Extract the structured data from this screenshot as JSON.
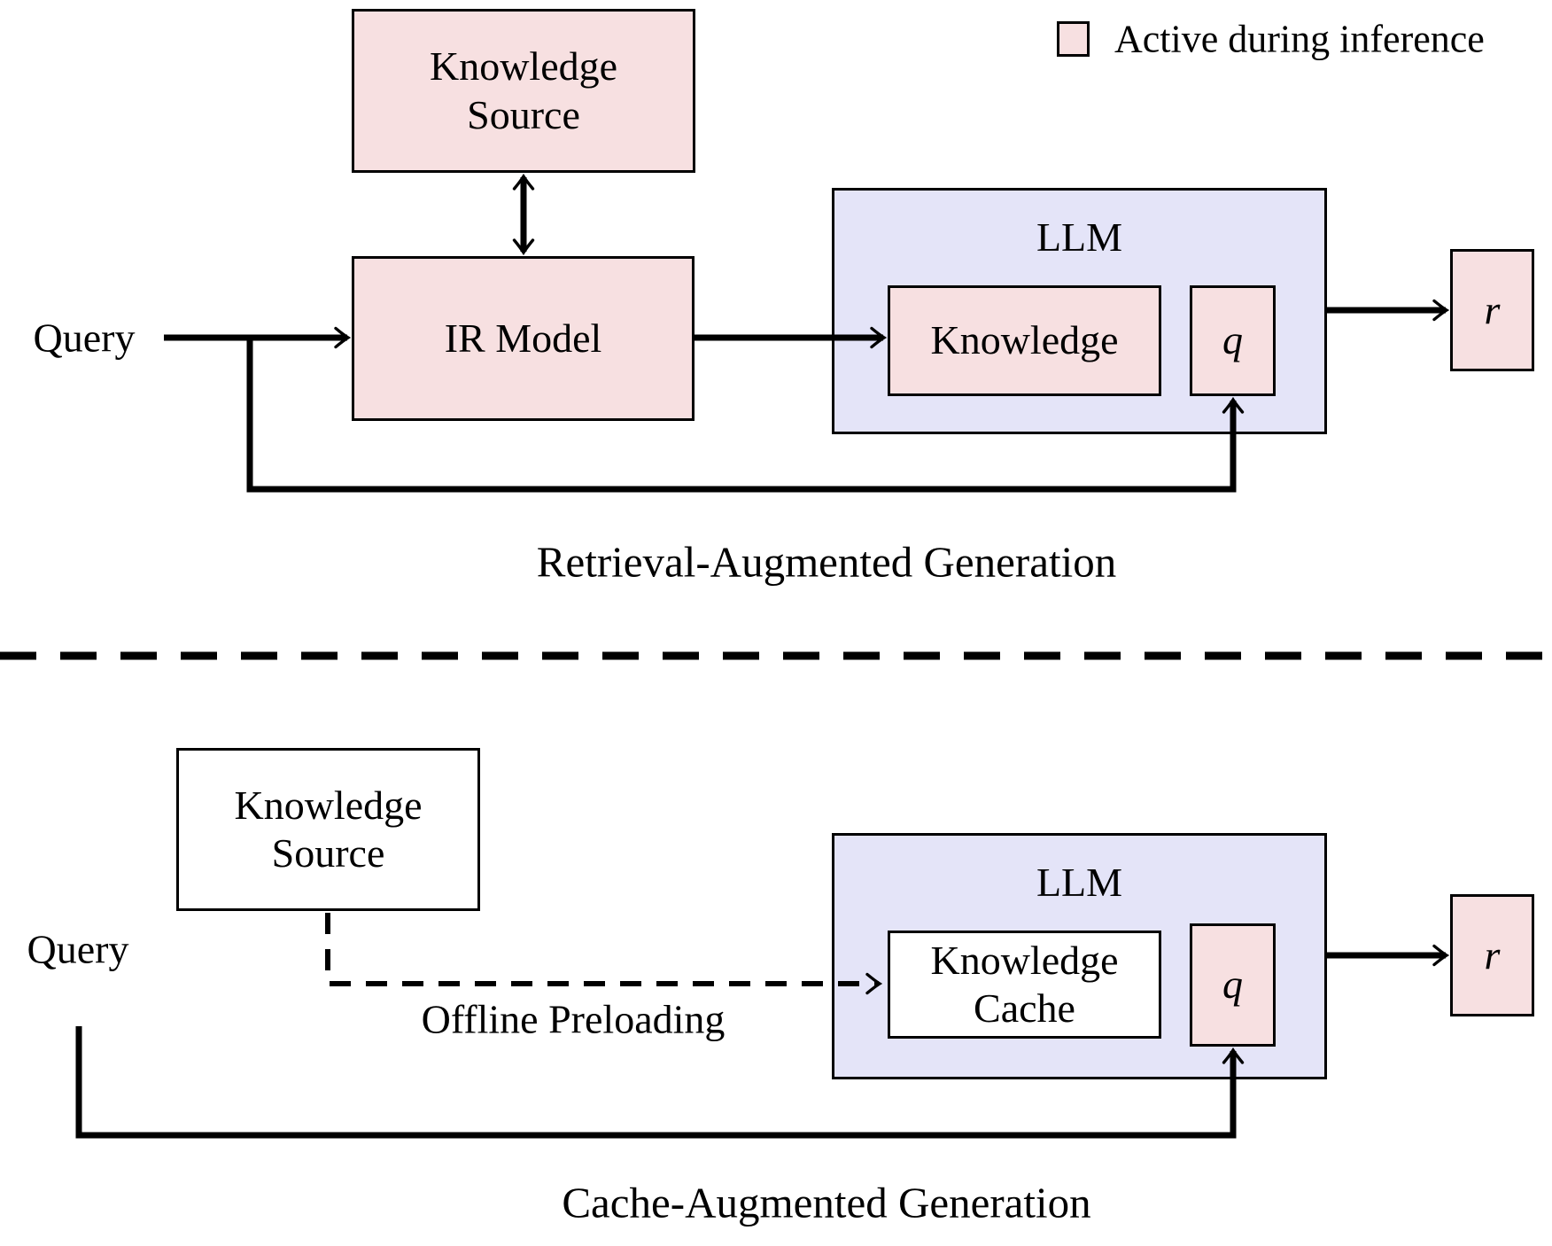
{
  "legend": {
    "label": "Active during inference",
    "swatch_color": "#f7e0e1"
  },
  "colors": {
    "active_fill": "#f7e0e1",
    "llm_fill": "#e4e4f8",
    "line": "#000000"
  },
  "rag": {
    "caption": "Retrieval-Augmented Generation",
    "query_label": "Query",
    "knowledge_source": "Knowledge\nSource",
    "ir_model": "IR Model",
    "llm": "LLM",
    "knowledge": "Knowledge",
    "q": "q",
    "r": "r"
  },
  "cag": {
    "caption": "Cache-Augmented Generation",
    "query_label": "Query",
    "knowledge_source": "Knowledge\nSource",
    "offline_label": "Offline Preloading",
    "llm": "LLM",
    "knowledge_cache": "Knowledge\nCache",
    "q": "q",
    "r": "r"
  }
}
